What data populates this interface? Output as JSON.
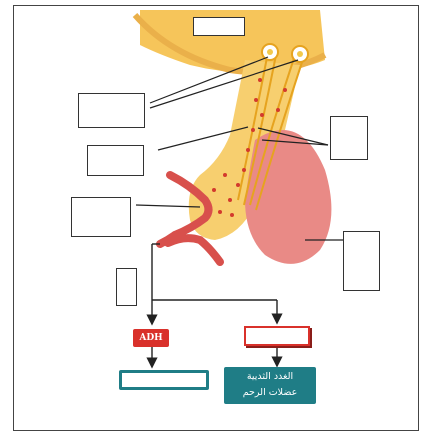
{
  "adh_label": "ADH",
  "target_box": {
    "line1": "الغدد الثديية",
    "line2": "عضلات الرحم"
  },
  "colors": {
    "hypothalamus": "#f6c55a",
    "neuron": "#f2c94c",
    "posterior_lobe": "#f7cf6f",
    "anterior_lobe": "#e98a86",
    "vessel": "#d8504c",
    "accent_red": "#d9312b",
    "teal": "#1f7d86"
  }
}
